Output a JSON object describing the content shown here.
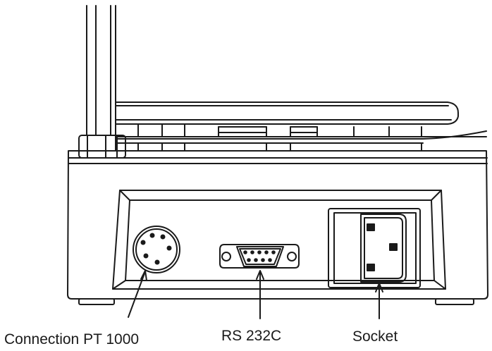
{
  "labels": {
    "connection_pt1000": "Connection PT 1000",
    "rs232c": "RS 232C",
    "socket": "Socket"
  }
}
